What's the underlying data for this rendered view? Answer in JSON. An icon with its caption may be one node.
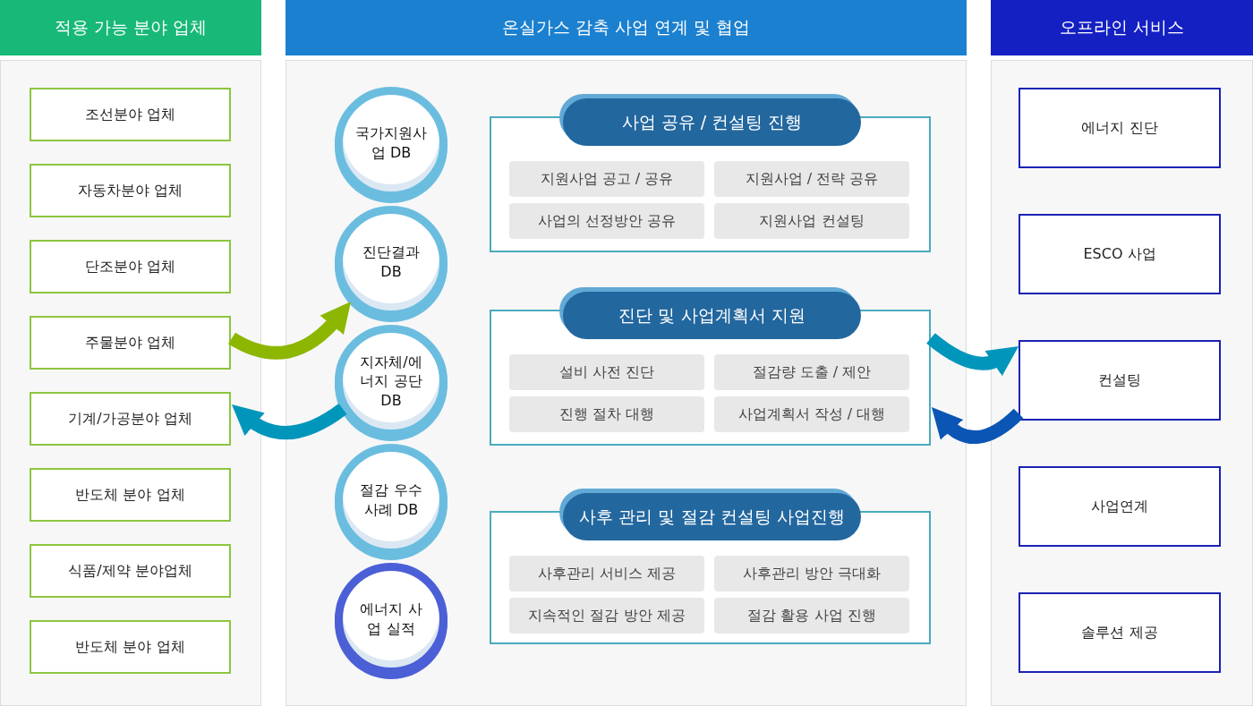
{
  "diagram": {
    "nodes": [
      {
        "text": [
          "적용 가능 분야 업체"
        ]
      },
      {
        "text": [
          "조선분야 업체"
        ],
        "in": 0
      },
      {
        "text": [
          "자동차분야 업체"
        ],
        "in": 0
      },
      {
        "text": [
          "단조분야 업체"
        ],
        "in": 0
      },
      {
        "text": [
          "주물분야 업체"
        ],
        "in": 0
      },
      {
        "text": [
          "기계/가공분야 업체"
        ],
        "in": 0
      },
      {
        "text": [
          "반도체 분야 업체"
        ],
        "in": 0
      },
      {
        "text": [
          "식품/제약 분야업체"
        ],
        "in": 0
      },
      {
        "text": [
          "반도체 분야 업체"
        ],
        "in": 0
      },
      {
        "text": [
          "온실가스 감축 사업 연계 및 협업"
        ]
      },
      {
        "text": [
          "국가지원사업 DB"
        ],
        "in": 9
      },
      {
        "text": [
          "진단결과 DB"
        ],
        "in": 9
      },
      {
        "text": [
          "지자체/에너지 공단 DB"
        ],
        "in": 9
      },
      {
        "text": [
          "절감 우수 사례 DB"
        ],
        "in": 9
      },
      {
        "text": [
          "에너지 사업 실적"
        ],
        "in": 9
      },
      {
        "text": [
          "사업 공유 / 컨설팅 진행"
        ],
        "in": 9
      },
      {
        "text": [
          "지원사업 공고 / 공유"
        ],
        "in": 15
      },
      {
        "text": [
          "지원사업 / 전략 공유"
        ],
        "in": 15
      },
      {
        "text": [
          "사업의 선정방안 공유"
        ],
        "in": 15
      },
      {
        "text": [
          "지원사업 컨설팅"
        ],
        "in": 15
      },
      {
        "text": [
          "진단 및 사업계획서 지원"
        ],
        "in": 9
      },
      {
        "text": [
          "설비 사전 진단"
        ],
        "in": 20
      },
      {
        "text": [
          "절감량 도출 / 제안"
        ],
        "in": 20
      },
      {
        "text": [
          "진행 절차 대행"
        ],
        "in": 20
      },
      {
        "text": [
          "사업계획서 작성 / 대행"
        ],
        "in": 20
      },
      {
        "text": [
          "사후 관리 및 절감 컨설팅 사업진행"
        ],
        "in": 9
      },
      {
        "text": [
          "사후관리 서비스 제공"
        ],
        "in": 25
      },
      {
        "text": [
          "사후관리 방안 극대화"
        ],
        "in": 25
      },
      {
        "text": [
          "지속적인 절감 방안 제공"
        ],
        "in": 25
      },
      {
        "text": [
          "절감 활용 사업 진행"
        ],
        "in": 25
      },
      {
        "text": [
          "오프라인 서비스"
        ]
      },
      {
        "text": [
          "에너지 진단"
        ],
        "in": 30
      },
      {
        "text": [
          "ESCO 사업"
        ],
        "in": 30
      },
      {
        "text": [
          "컨설팅"
        ],
        "in": 30
      },
      {
        "text": [
          "사업연계"
        ],
        "in": 30
      },
      {
        "text": [
          "솔루션 제공"
        ],
        "in": 30
      }
    ],
    "edges": [
      {
        "from": 4,
        "to": 11,
        "arrow": "to",
        "color": "#8db600"
      },
      {
        "from": 12,
        "to": 5,
        "arrow": "to"
      },
      {
        "from": 20,
        "to": 33,
        "arrow": "to"
      },
      {
        "from": 33,
        "to": 20,
        "arrow": "to",
        "color": "#0b55b5"
      }
    ]
  }
}
